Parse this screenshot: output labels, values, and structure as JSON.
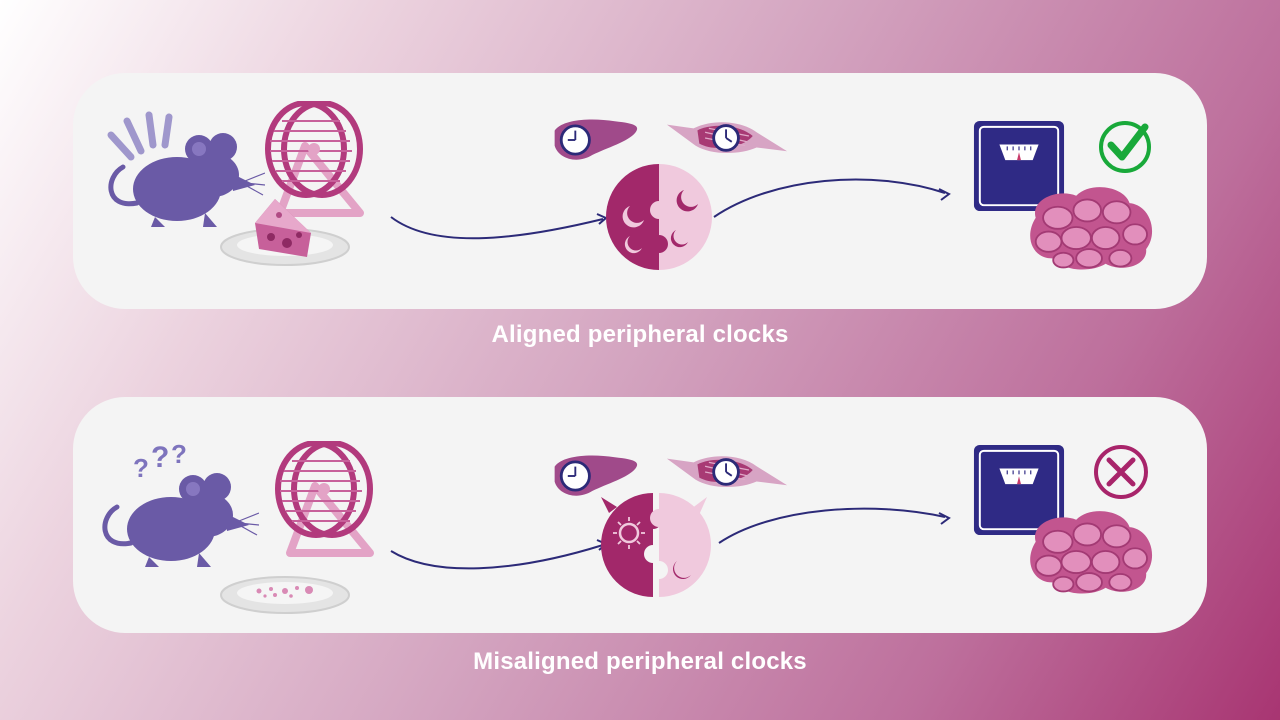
{
  "panels": [
    {
      "id": "aligned",
      "caption": "Aligned peripheral clocks",
      "mouse_state": "alert",
      "plate_state": "cheese",
      "clock_state": "aligned",
      "outcome_icon": "check-icon",
      "outcome_color": "#19a93a"
    },
    {
      "id": "misaligned",
      "caption": "Misaligned peripheral clocks",
      "mouse_state": "confused",
      "plate_state": "crumbs",
      "clock_state": "misaligned",
      "outcome_icon": "cross-icon",
      "outcome_color": "#a8246a"
    }
  ],
  "colors": {
    "mouse": "#6a5aa6",
    "wheel": "#b23a7d",
    "wheel_stand": "#e3a3c6",
    "liver": "#a04a8a",
    "clock_dark": "#a2286a",
    "clock_light": "#f0c9dd",
    "arrow": "#2c2a78",
    "scale": "#2f2a85",
    "adipose": "#c2558f"
  },
  "icons": [
    "mouse-icon",
    "hamster-wheel-icon",
    "cheese-plate-icon",
    "liver-clock-icon",
    "muscle-clock-icon",
    "central-clock-puzzle-icon",
    "weighing-scale-icon",
    "adipose-tissue-icon"
  ]
}
